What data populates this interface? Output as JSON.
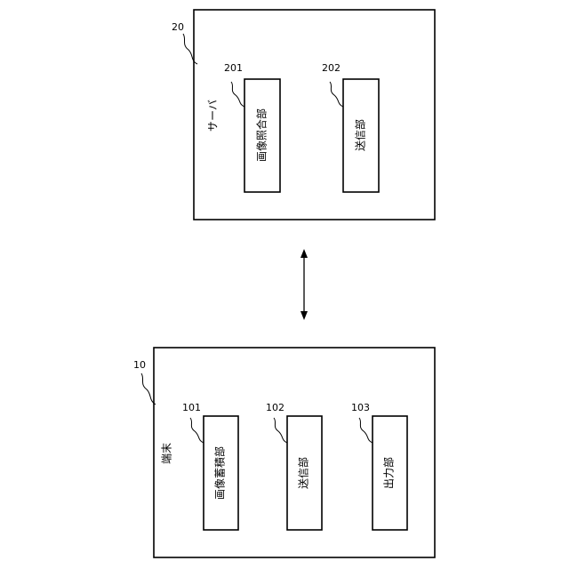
{
  "server": {
    "ref": "20",
    "label": "サーバ",
    "units": [
      {
        "ref": "201",
        "label": "画像照合部"
      },
      {
        "ref": "202",
        "label": "送信部"
      }
    ]
  },
  "terminal": {
    "ref": "10",
    "label": "端末",
    "units": [
      {
        "ref": "101",
        "label": "画像蓄積部"
      },
      {
        "ref": "102",
        "label": "送信部"
      },
      {
        "ref": "103",
        "label": "出力部"
      }
    ]
  },
  "connector": {
    "style": "double-headed-arrow"
  }
}
